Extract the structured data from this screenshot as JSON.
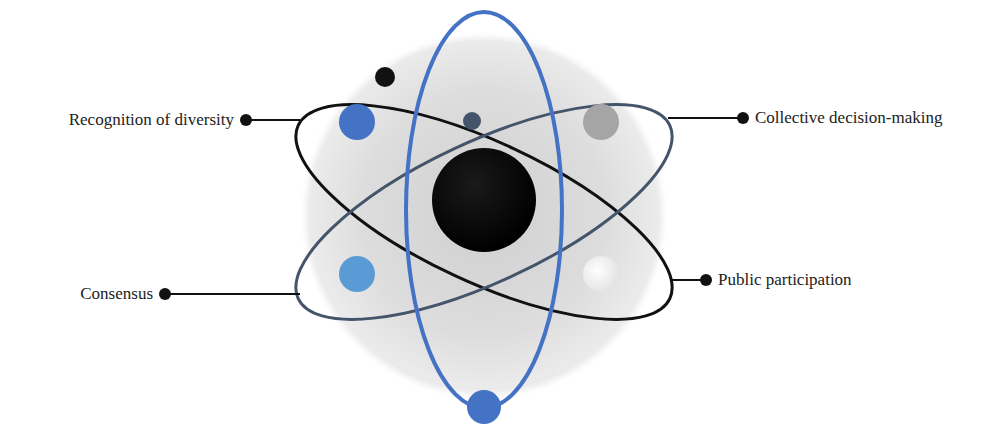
{
  "diagram": {
    "labels": [
      "Recognition of diversity",
      "Collective decision-making",
      "Consensus",
      "Public participation"
    ]
  }
}
